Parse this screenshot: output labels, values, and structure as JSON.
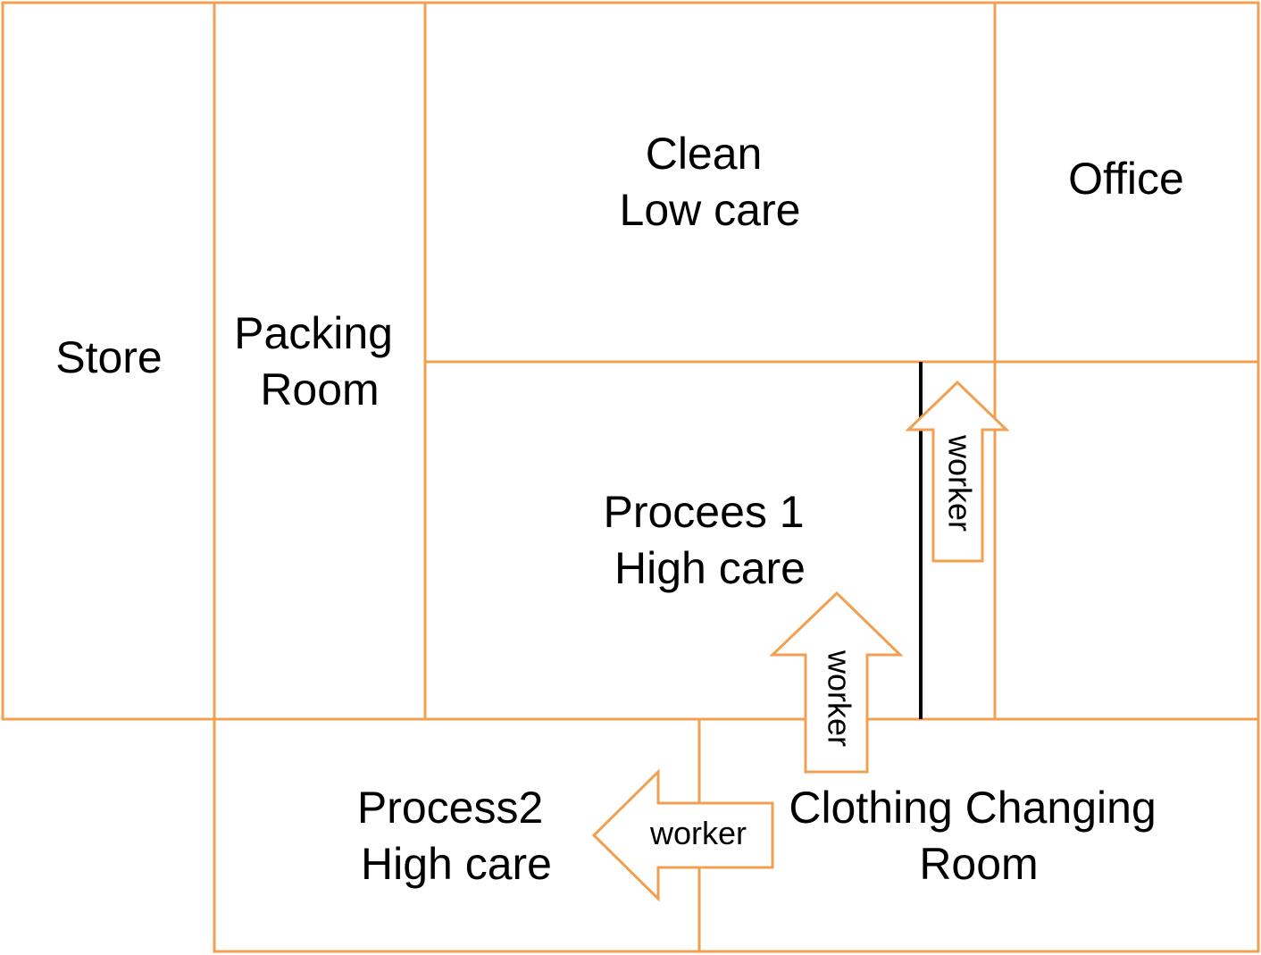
{
  "colors": {
    "wall": "#f0a050",
    "divider": "#000000",
    "arrow_stroke": "#f0a050",
    "arrow_fill": "#ffffff",
    "text": "#000000"
  },
  "rooms": {
    "store": {
      "lines": [
        "Store"
      ]
    },
    "packing": {
      "lines": [
        "Packing",
        "Room"
      ]
    },
    "clean": {
      "lines": [
        "Clean",
        "Low care"
      ]
    },
    "office": {
      "lines": [
        "Office"
      ]
    },
    "process1": {
      "lines": [
        "Procees 1",
        "High care"
      ]
    },
    "process2": {
      "lines": [
        "Process2",
        "High care"
      ]
    },
    "changing": {
      "lines": [
        "Clothing Changing",
        "Room"
      ]
    }
  },
  "arrows": {
    "up_right": {
      "label": "worker",
      "direction": "up"
    },
    "up_middle": {
      "label": "worker",
      "direction": "up"
    },
    "left": {
      "label": "worker",
      "direction": "left"
    }
  }
}
